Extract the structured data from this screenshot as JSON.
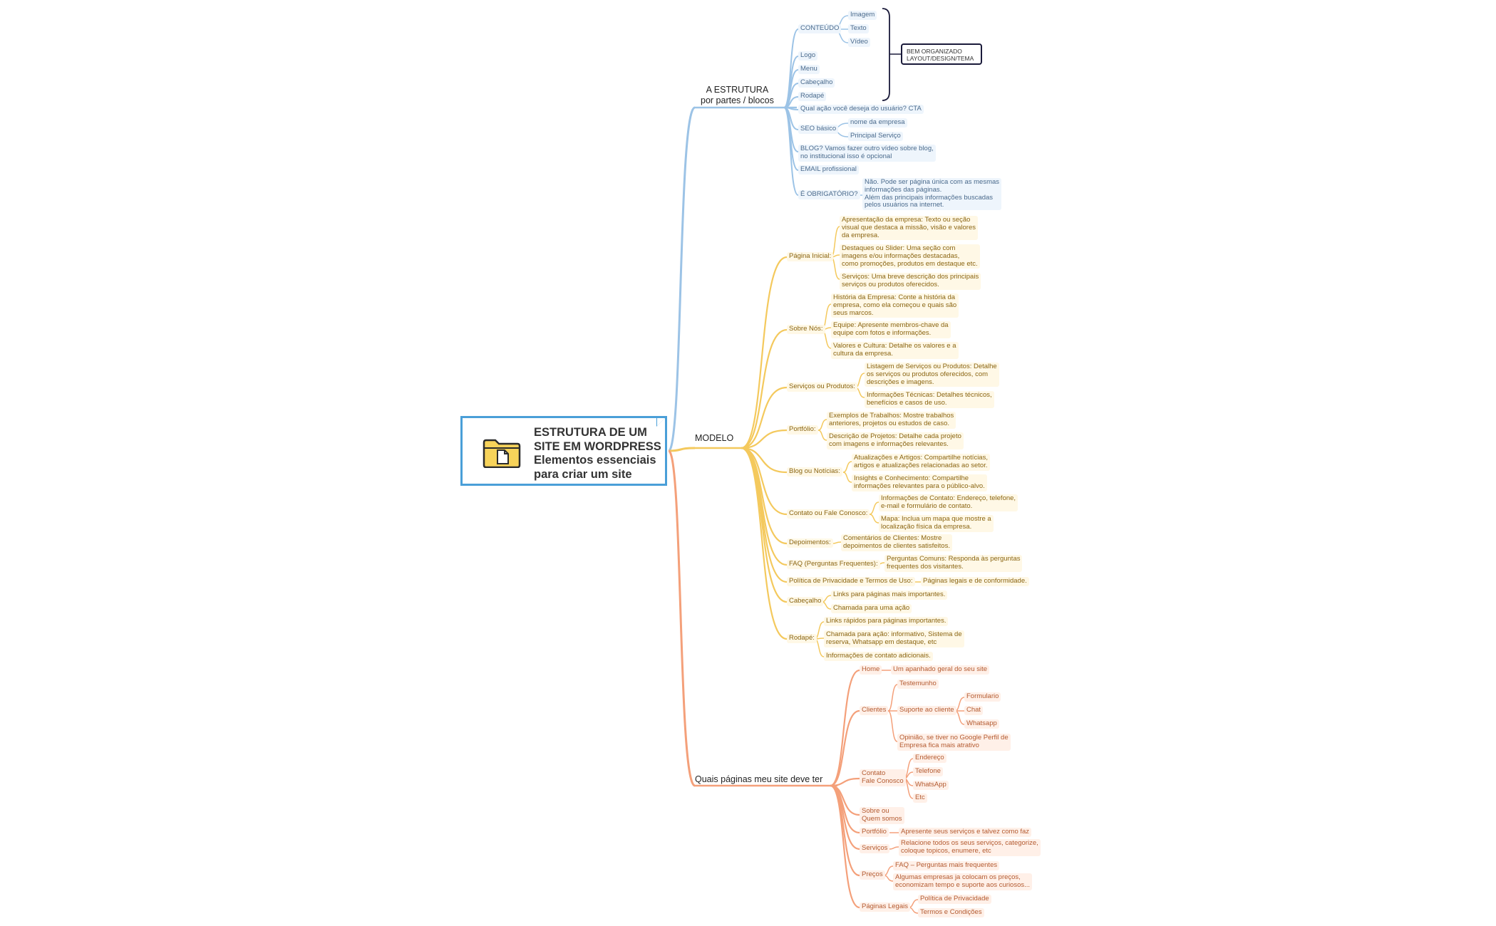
{
  "root": {
    "title_line1": "ESTRUTURA DE UM",
    "title_line2": "SITE EM WORDPRESS",
    "title_line3": "Elementos essenciais",
    "title_line4": "para criar um site",
    "icon": "folder-document-icon"
  },
  "branches": {
    "estrutura": {
      "label": "A ESTRUTURA\npor partes / blocos",
      "color": "#9cc3e6",
      "conteudo": "CONTEÚDO",
      "imagem": "Imagem",
      "texto": "Texto",
      "video": "Vídeo",
      "logo": "Logo",
      "menu": "Menu",
      "cabecalho": "Cabeçalho",
      "rodape": "Rodapé",
      "cta": "Qual ação você deseja do usuário? CTA",
      "seo": "SEO básico",
      "seo_empresa": "nome da empresa",
      "seo_servico": "Principal Serviço",
      "blog": "BLOG? Vamos fazer outro vídeo sobre blog,\nno institucional isso é opcional",
      "email": "EMAIL profissional",
      "obrigatorio": "É OBRIGATÓRIO?",
      "obrigatorio_resp": "Não. Pode ser página única com as mesmas\ninformações das páginas.\nAlém das principais informações buscadas\npelos usuários na internet.",
      "callout": "BEM ORGANIZADO\nLAYOUT/DESIGN/TEMA"
    },
    "modelo": {
      "label": "MODELO",
      "color": "#f4c95d",
      "pagina_inicial": "Página Inicial:",
      "pi_1": "Apresentação da empresa: Texto ou seção\nvisual que destaca a missão, visão e valores\nda empresa.",
      "pi_2": "Destaques ou Slider: Uma seção com\nimagens e/ou informações destacadas,\ncomo promoções, produtos em destaque etc.",
      "pi_3": "Serviços: Uma breve descrição dos principais\nserviços ou produtos oferecidos.",
      "sobre": "Sobre Nós:",
      "sn_1": "História da Empresa: Conte a história da\nempresa, como ela começou e quais são\nseus marcos.",
      "sn_2": "Equipe: Apresente membros-chave da\nequipe com fotos e informações.",
      "sn_3": "Valores e Cultura: Detalhe os valores e a\ncultura da empresa.",
      "servicos": "Serviços ou Produtos:",
      "sp_1": "Listagem de Serviços ou Produtos: Detalhe\nos serviços ou produtos oferecidos, com\ndescrições e imagens.",
      "sp_2": "Informações Técnicas: Detalhes técnicos,\nbenefícios e casos de uso.",
      "portfolio": "Portfólio:",
      "pf_1": "Exemplos de Trabalhos: Mostre trabalhos\nanteriores, projetos ou estudos de caso.",
      "pf_2": "Descrição de Projetos: Detalhe cada projeto\ncom imagens e informações relevantes.",
      "blog": "Blog ou Notícias:",
      "bn_1": "Atualizações e Artigos: Compartilhe notícias,\nartigos e atualizações relacionadas ao setor.",
      "bn_2": "Insights e Conhecimento: Compartilhe\ninformações relevantes para o público-alvo.",
      "contato": "Contato ou Fale Conosco:",
      "ct_1": "Informações de Contato: Endereço, telefone,\ne-mail e formulário de contato.",
      "ct_2": "Mapa: Inclua um mapa que mostre a\nlocalização física da empresa.",
      "depoimentos": "Depoimentos:",
      "dp_1": "Comentários de Clientes: Mostre\ndepoimentos de clientes satisfeitos.",
      "faq": "FAQ (Perguntas Frequentes):",
      "faq_1": "Perguntas Comuns: Responda às perguntas\nfrequentes dos visitantes.",
      "politica": "Política de Privacidade e Termos de Uso:",
      "pol_1": "Páginas legais e de conformidade.",
      "cabecalho": "Cabeçalho",
      "cab_1": "Links para páginas mais importantes.",
      "cab_2": "Chamada para uma ação",
      "rodape": "Rodapé:",
      "rod_1": "Links rápidos para páginas importantes.",
      "rod_2": "Chamada para ação: informativo, Sistema de\nreserva, Whatsapp em destaque, etc",
      "rod_3": "Informações de contato adicionais."
    },
    "paginas": {
      "label": "Quais páginas meu site deve ter",
      "color": "#f4a07a",
      "home": "Home",
      "home_1": "Um apanhado geral do seu site",
      "clientes": "Clientes",
      "testemunho": "Testemunho",
      "suporte": "Suporte ao cliente",
      "formulario": "Formulario",
      "chat": "Chat",
      "whatsapp": "Whatsapp",
      "opiniao": "Opinião, se tiver no Google Perfil de\nEmpresa fica mais atrativo",
      "contato": "Contato\nFale Conosco",
      "endereco": "Endereço",
      "telefone": "Telefone",
      "whatsapp2": "WhatsApp",
      "etc": "Etc",
      "sobre": "Sobre ou\nQuem somos",
      "portfolio": "Portfólio",
      "portfolio_1": "Apresente seus serviços e talvez como faz",
      "servicos": "Serviços",
      "servicos_1": "Relacione todos os seus serviços, categorize,\ncoloque topicos, enumere, etc",
      "precos": "Preços",
      "faq": "FAQ – Perguntas mais frequentes",
      "precos_1": "Algumas empresas ja colocam os preços,\neconomizam tempo e suporte aos curiosos...",
      "legais": "Páginas Legais",
      "privacidade": "Política de Privacidade",
      "termos": "Termos e Condições"
    }
  }
}
